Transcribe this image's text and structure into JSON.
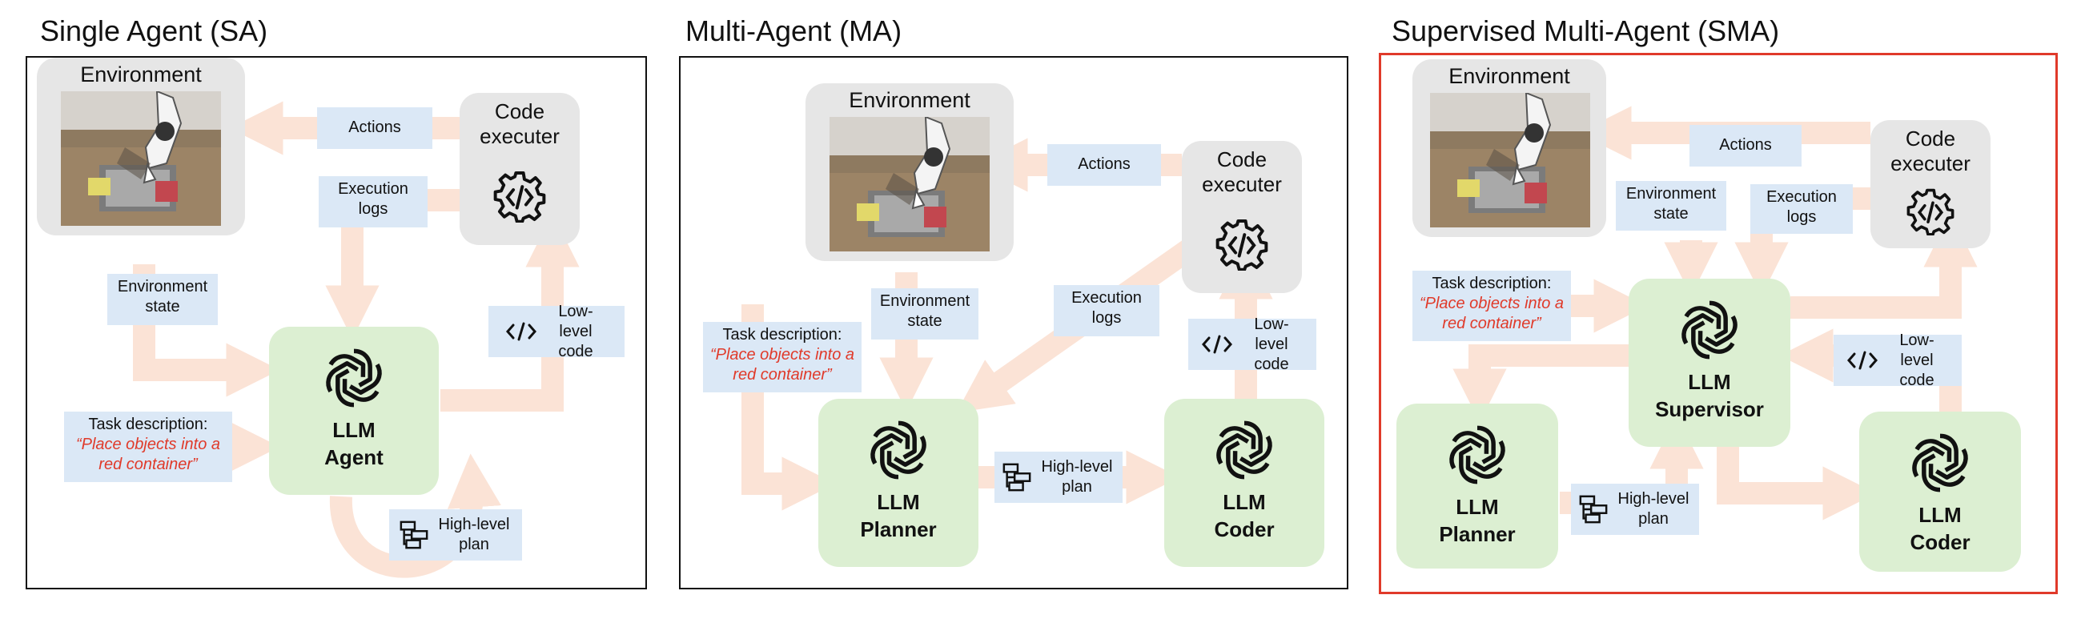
{
  "panels": [
    {
      "title": "Single Agent (SA)",
      "environment": "Environment",
      "executer": "Code executer",
      "agent_line1": "LLM",
      "agent_line2": "Agent",
      "actions": "Actions",
      "execution_logs": "Execution logs",
      "environment_state": "Environment state",
      "low_level_code": "Low-level code",
      "task_label": "Task description:",
      "task_text": "“Place objects into a red container”",
      "high_level_plan": "High-level plan"
    },
    {
      "title": "Multi-Agent (MA)",
      "environment": "Environment",
      "executer": "Code executer",
      "actions": "Actions",
      "environment_state": "Environment state",
      "execution_logs": "Execution logs",
      "low_level_code": "Low-level code",
      "task_label": "Task description:",
      "task_text": "“Place objects into a red container”",
      "planner_line1": "LLM",
      "planner_line2": "Planner",
      "coder_line1": "LLM",
      "coder_line2": "Coder",
      "high_level_plan": "High-level plan"
    },
    {
      "title": "Supervised Multi-Agent (SMA)",
      "environment": "Environment",
      "executer": "Code executer",
      "actions": "Actions",
      "environment_state": "Environment state",
      "execution_logs": "Execution logs",
      "task_label": "Task description:",
      "task_text": "“Place objects into a red container”",
      "supervisor_line1": "LLM",
      "supervisor_line2": "Supervisor",
      "low_level_code": "Low-level code",
      "planner_line1": "LLM",
      "planner_line2": "Planner",
      "coder_line1": "LLM",
      "coder_line2": "Coder",
      "high_level_plan": "High-level plan"
    }
  ],
  "colors": {
    "arrow": "#fbe3d6",
    "agent_fill": "#dcefd2",
    "label_fill": "#dbe8f6",
    "node_fill": "#e6e6e6",
    "task_red": "#e03a2a",
    "highlight_frame": "#e03a2a"
  },
  "icons": [
    "openai-logo-icon",
    "code-gear-icon",
    "code-brackets-icon",
    "plan-hierarchy-icon",
    "robot-scene-image"
  ]
}
